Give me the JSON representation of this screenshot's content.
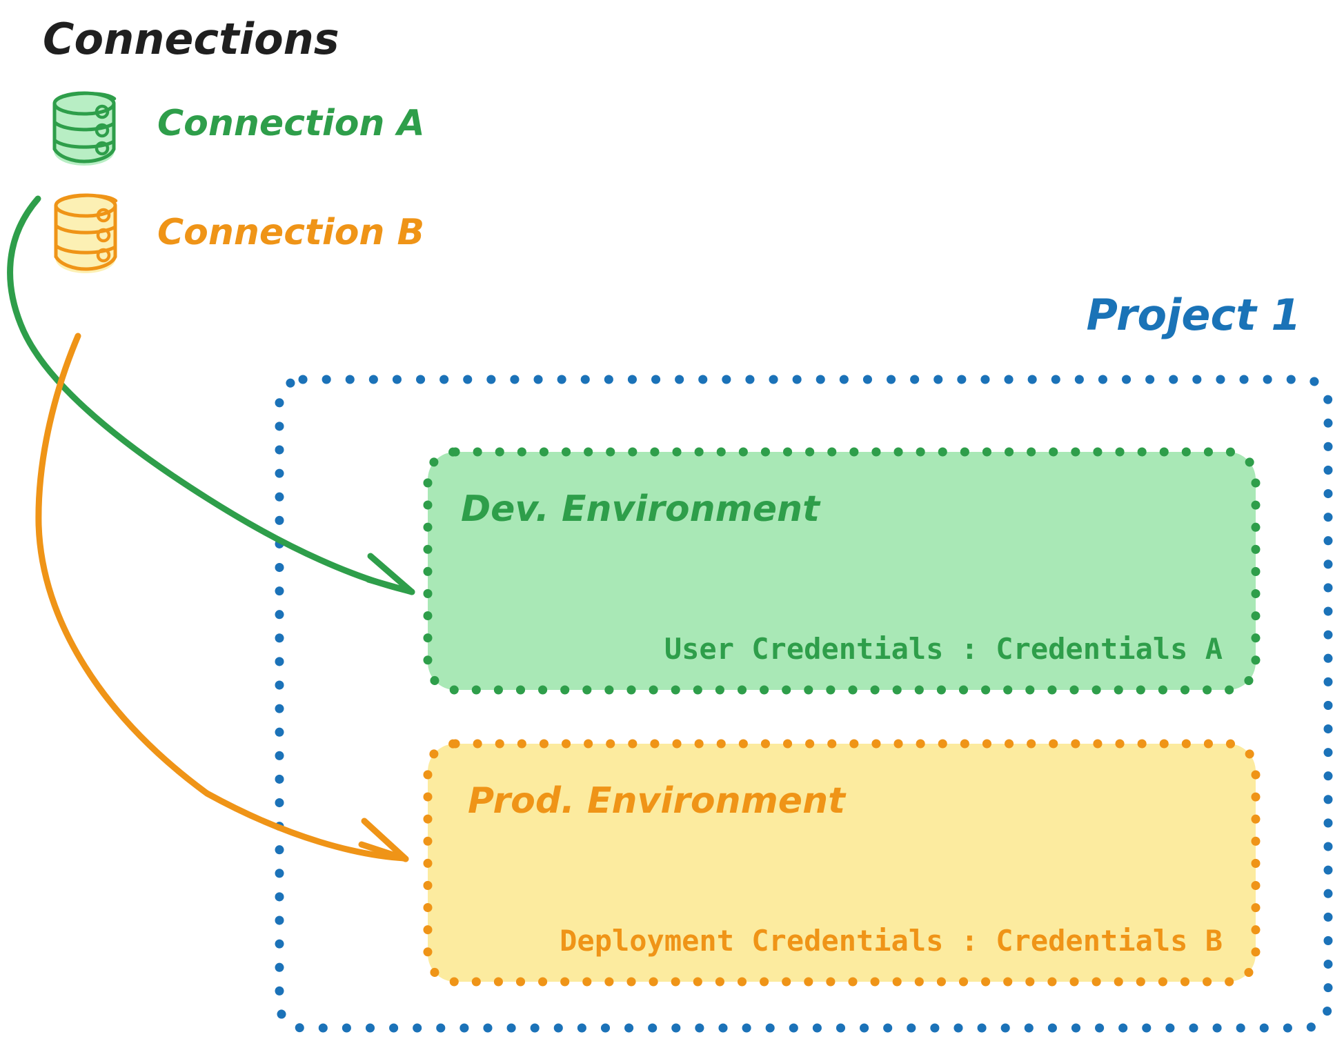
{
  "diagram": {
    "title": "Connections",
    "type": "architecture-diagram",
    "background": "#ffffff"
  },
  "colors": {
    "title_text": "#1f1f1f",
    "green_stroke": "#34a853",
    "green_dark": "#2e9e4a",
    "green_fill": "#a9e8b6",
    "green_glow": "#b8eec4",
    "orange_stroke": "#f2a007",
    "orange_dark": "#ef9417",
    "orange_fill": "#fceb9f",
    "orange_glow": "#fcf0b4",
    "blue_stroke": "#1a73b7",
    "blue_dotted": "#1b72b8"
  },
  "connections": {
    "heading": "Connections",
    "items": [
      {
        "id": "connection-a",
        "label": "Connection A",
        "icon": "database-cylinder-icon",
        "color": "#2e9e4a",
        "fill": "#a9e8b6",
        "target": "Dev. Environment"
      },
      {
        "id": "connection-b",
        "label": "Connection B",
        "icon": "database-cylinder-icon",
        "color": "#ef9417",
        "fill": "#fceb9f",
        "target": "Prod. Environment"
      }
    ]
  },
  "project": {
    "label": "Project 1",
    "color": "#1b72b8",
    "border_style": "dotted",
    "environments": [
      {
        "id": "dev-environment",
        "title": "Dev. Environment",
        "credential_label": "User Credentials",
        "credential_separator": ":",
        "credential_value": "Credentials A",
        "credential_line": "User Credentials : Credentials A",
        "color": "#2e9e4a",
        "fill": "#a9e8b6",
        "border_style": "dotted"
      },
      {
        "id": "prod-environment",
        "title": "Prod. Environment",
        "credential_label": "Deployment Credentials",
        "credential_separator": ":",
        "credential_value": "Credentials B",
        "credential_line": "Deployment Credentials : Credentials B",
        "color": "#ef9417",
        "fill": "#fceb9f",
        "border_style": "dotted"
      }
    ]
  },
  "arrows": [
    {
      "id": "arrow-connection-a-to-dev",
      "from": "Connection A",
      "to": "Dev. Environment",
      "color": "#2e9e4a"
    },
    {
      "id": "arrow-connection-b-to-prod",
      "from": "Connection B",
      "to": "Prod. Environment",
      "color": "#ef9417"
    }
  ]
}
